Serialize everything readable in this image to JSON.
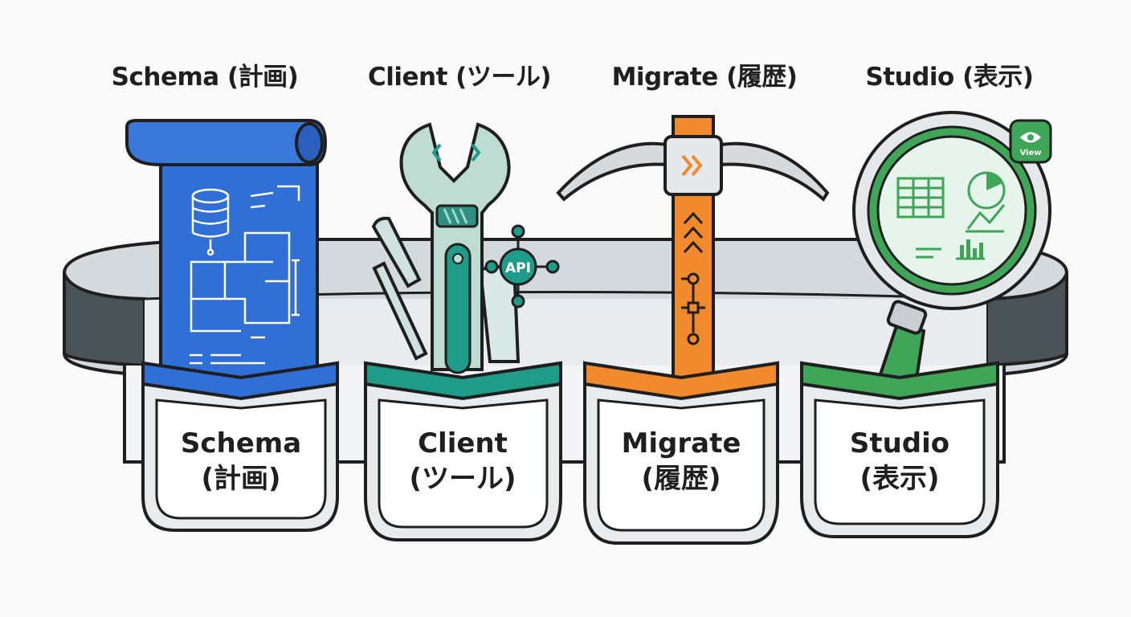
{
  "tools": [
    {
      "id": "schema",
      "title": "Schema (計画)",
      "line1": "Schema",
      "line2": "(計画)",
      "color": "#2f6fd6",
      "icon": "blueprint-scroll-icon"
    },
    {
      "id": "client",
      "title": "Client (ツール)",
      "line1": "Client",
      "line2": "(ツール)",
      "color": "#1f9b8a",
      "icon": "wrench-icon"
    },
    {
      "id": "migrate",
      "title": "Migrate (履歴)",
      "line1": "Migrate",
      "line2": "(履歴)",
      "color": "#f08a2c",
      "icon": "pickaxe-icon"
    },
    {
      "id": "studio",
      "title": "Studio (表示)",
      "line1": "Studio",
      "line2": "(表示)",
      "color": "#3fa657",
      "icon": "magnifying-glass-icon"
    }
  ],
  "badges": {
    "api": "API",
    "view": "View"
  }
}
